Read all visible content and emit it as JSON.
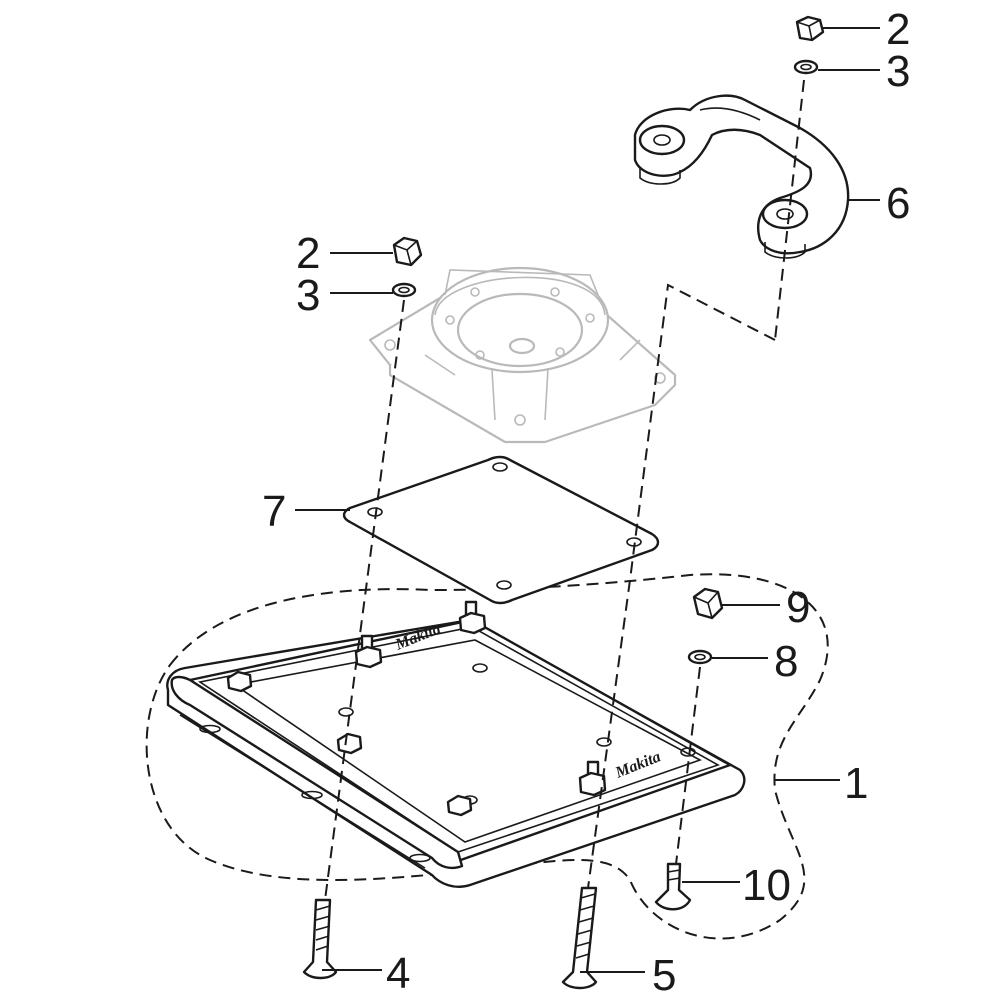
{
  "callouts": {
    "nut_top": "2",
    "washer_top": "3",
    "handle": "6",
    "nut_mid": "2",
    "washer_mid": "3",
    "gasket": "7",
    "nut_small": "9",
    "washer_small": "8",
    "base_assembly": "1",
    "screw_short": "10",
    "bolt_left": "4",
    "bolt_right": "5"
  },
  "brand_marks": {
    "plate_upper": "Makita",
    "plate_lower": "Makita"
  },
  "colors": {
    "line": "#1a1a1a",
    "ghost": "#b9b9b9",
    "background": "#ffffff"
  }
}
